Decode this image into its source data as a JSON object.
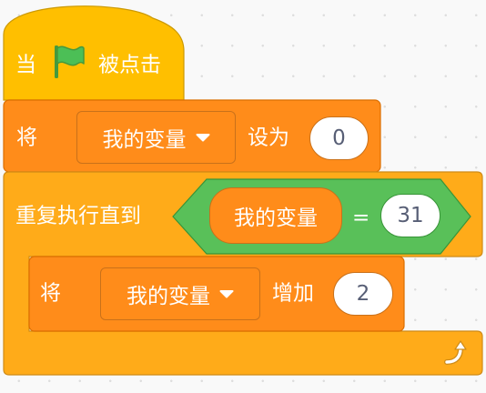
{
  "colors": {
    "events": "#ffbf00",
    "events_border": "#cc9900",
    "variables": "#ff8c1a",
    "variables_border": "#db6e00",
    "control": "#ffab19",
    "control_border": "#cf8b17",
    "operators": "#59c059",
    "operators_border": "#389438",
    "flag": "#4cbf56",
    "text_white": "#ffffff",
    "text_value": "#575e75"
  },
  "icons": [
    "green-flag-icon",
    "dropdown-caret-icon",
    "loop-arrow-icon"
  ],
  "hat_block": {
    "prefix": "当",
    "suffix": "被点击"
  },
  "set_block": {
    "label": "将",
    "variable": "我的变量",
    "action": "设为",
    "value": "0"
  },
  "repeat_block": {
    "label": "重复执行直到",
    "condition": {
      "reporter": "我的变量",
      "operator": "=",
      "value": "31"
    }
  },
  "change_block": {
    "label": "将",
    "variable": "我的变量",
    "action": "增加",
    "value": "2"
  }
}
